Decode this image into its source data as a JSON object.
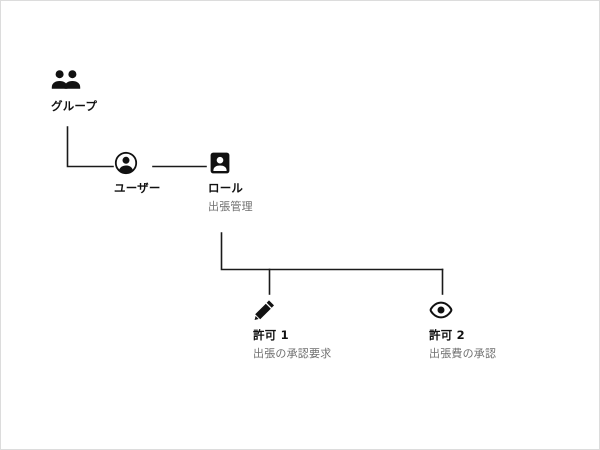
{
  "diagram": {
    "background": "#ffffff",
    "line_color": "#1a1a1a",
    "title_color": "#111111",
    "subtitle_color": "#6f6f6f",
    "nodes": [
      {
        "id": "group",
        "icon": "group-people-icon",
        "title": "グループ",
        "subtitle": ""
      },
      {
        "id": "user",
        "icon": "user-circle-icon",
        "title": "ユーザー",
        "subtitle": ""
      },
      {
        "id": "role",
        "icon": "role-badge-icon",
        "title": "ロール",
        "subtitle": "出張管理"
      },
      {
        "id": "permission1",
        "icon": "pencil-icon",
        "title": "許可 1",
        "subtitle": "出張の承認要求"
      },
      {
        "id": "permission2",
        "icon": "eye-icon",
        "title": "許可 2",
        "subtitle": "出張費の承認"
      }
    ]
  }
}
